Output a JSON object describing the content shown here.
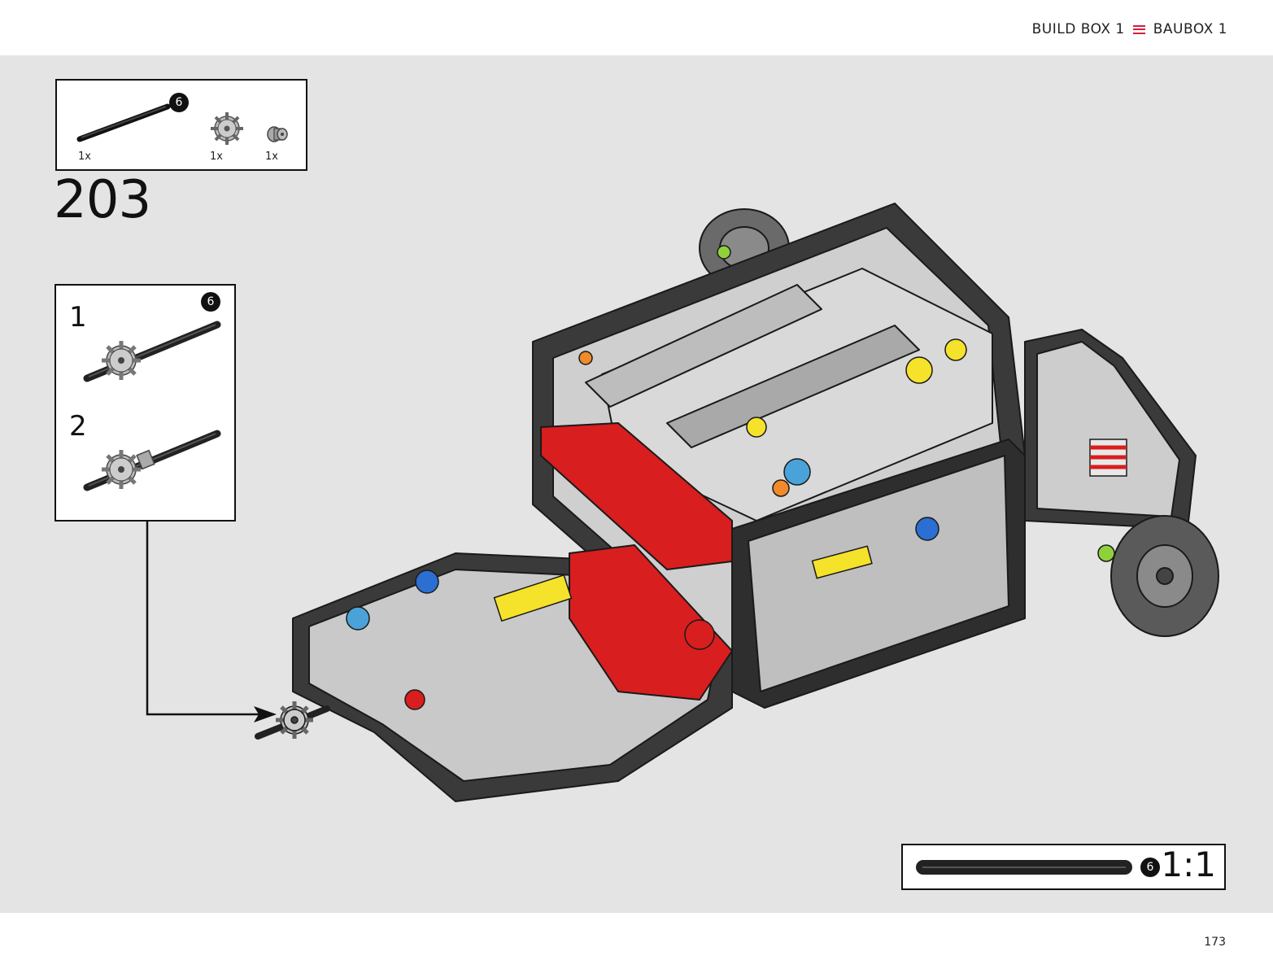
{
  "header": {
    "left_label": "BUILD BOX 1",
    "right_label": "BAUBOX 1",
    "divider_icon": "menu-icon",
    "accent_color": "#d31f3c"
  },
  "parts_list": {
    "items": [
      {
        "icon": "axle-6-icon",
        "quantity": "1x",
        "badge": "6"
      },
      {
        "icon": "gear-16-tooth-icon",
        "quantity": "1x"
      },
      {
        "icon": "bush-icon",
        "quantity": "1x"
      }
    ]
  },
  "step": {
    "number": "203"
  },
  "substeps": [
    {
      "number": "1",
      "badge": "6"
    },
    {
      "number": "2"
    }
  ],
  "scale_reference": {
    "badge": "6",
    "label": "1:1"
  },
  "page": {
    "number": "173"
  }
}
